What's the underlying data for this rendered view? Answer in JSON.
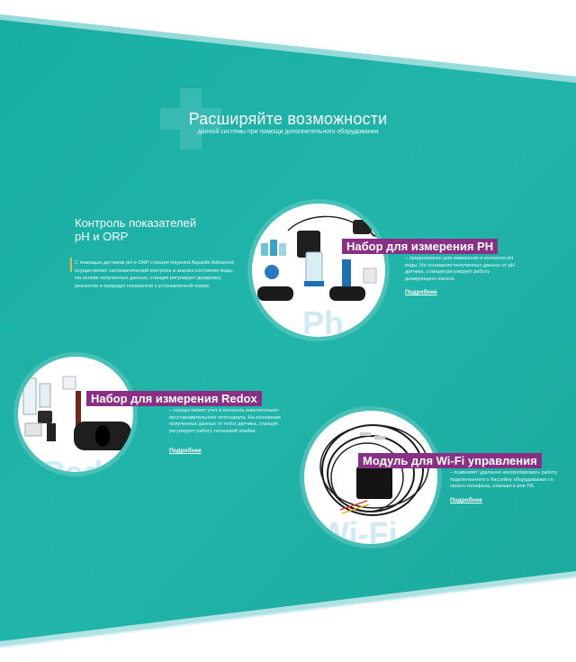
{
  "hero": {
    "title": "Расширяйте возможности",
    "subtitle": "данной системы при помощи дополнительного оборудования"
  },
  "intro": {
    "title": "Контроль показателей\npH и ORP",
    "text": "С помощью датчиков pH и ORP станция Hayward Aquarite Advanced осуществляет систематический контроль и анализ состояния воды. На основе полученных данных, станция регулирует дозировку реагентов и приводит показатели к установленной норме."
  },
  "products": [
    {
      "label": "Набор для измерения PH",
      "watermark": "Ph",
      "description": "– предназначен для измерения и контроля pH воды. На основании полученных данных от pH датчика, станция регулирует работу дозирующего насоса.",
      "more": "Подробнее"
    },
    {
      "label": "Набор для измерения Redox",
      "watermark": "Redox",
      "description": "– осуществляет учет и контроль окислительно-восстановительного потенциала. На основании полученных данных от redox датчика, станция регулирует работу титановой ячейки.",
      "more": "Подробнее"
    },
    {
      "label": "Модуль для Wi-Fi управления",
      "watermark": "Wi-Fi",
      "description": "– позволяет удаленно контролировать работу подключенного к бассейну оборудования со своего телефона, планшета или ПК.",
      "more": "Подробнее"
    }
  ],
  "colors": {
    "teal": "#21b3a8",
    "teal_dark": "#14a295",
    "label_purple": "#8a2f86",
    "intro_accent": "#e6b84a"
  }
}
